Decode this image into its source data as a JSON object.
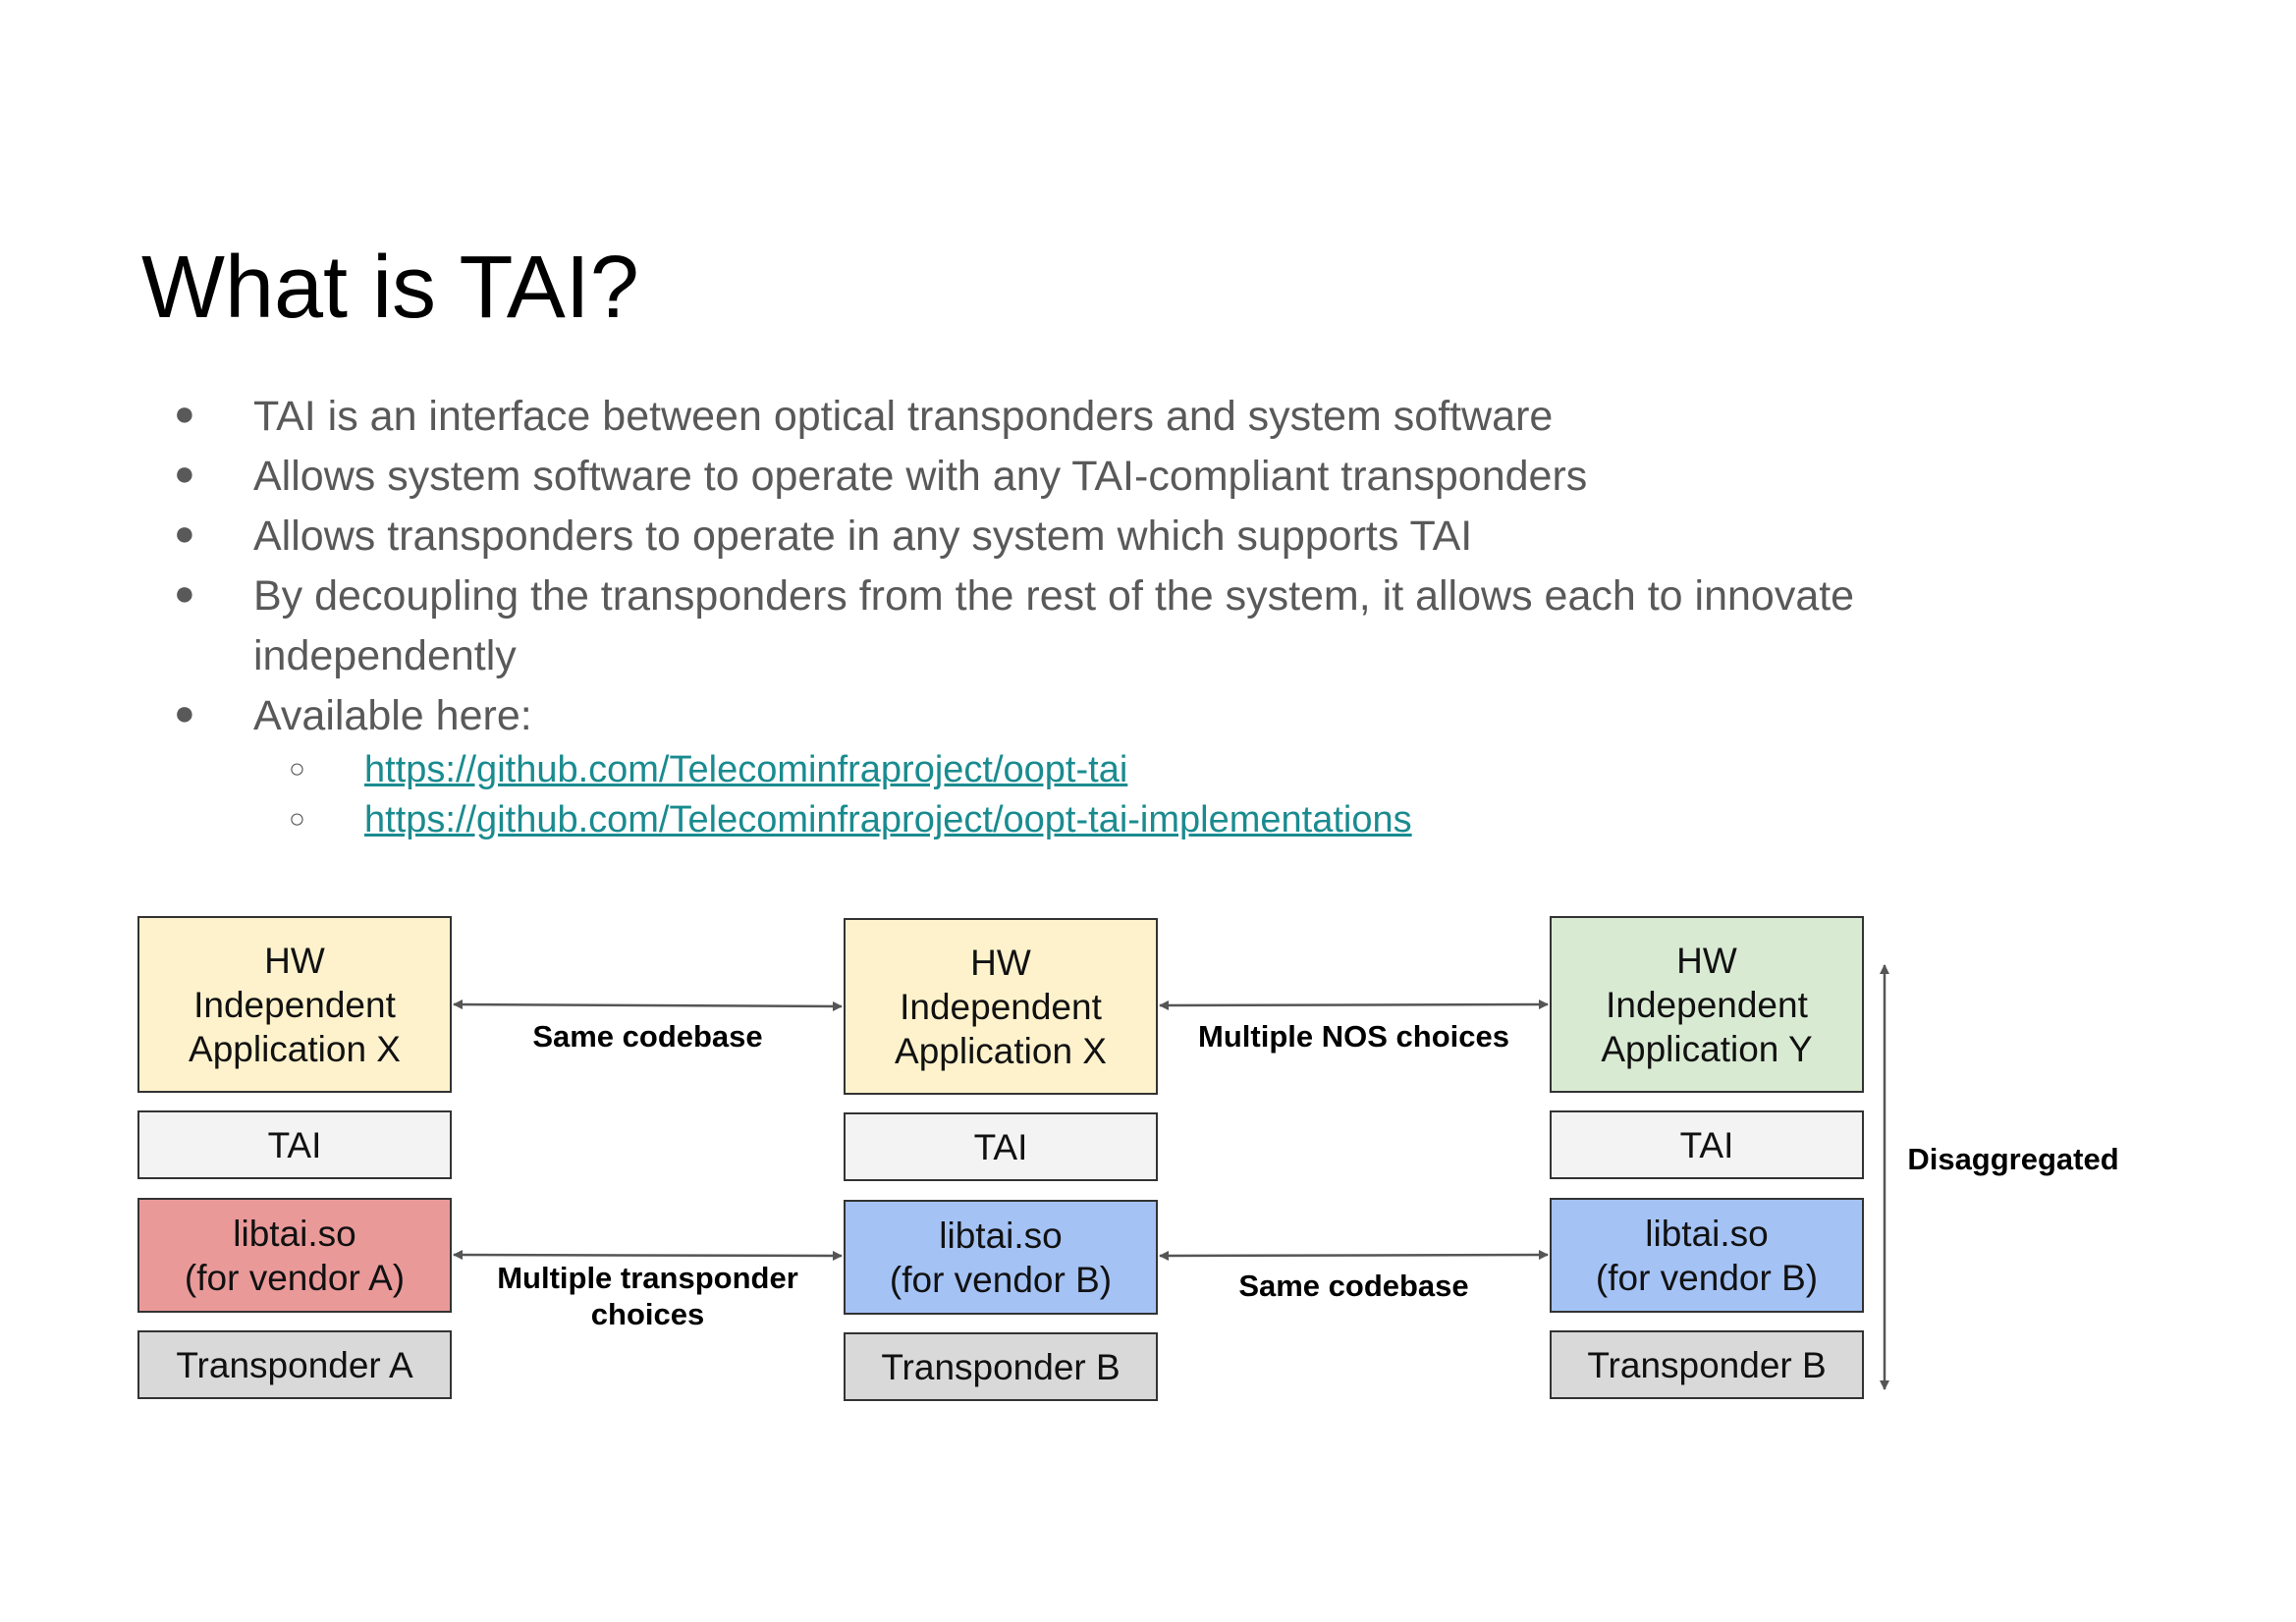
{
  "slide": {
    "title": "What is TAI?",
    "bullets": [
      "TAI is an interface between optical transponders and system software",
      "Allows system software to operate with any TAI-compliant transponders",
      "Allows transponders to operate in any system which supports TAI",
      "By decoupling the transponders from the rest of the system, it allows each to innovate",
      "independently",
      "Available here:"
    ],
    "links": [
      "https://github.com/Telecominfraproject/oopt-tai",
      "https://github.com/Telecominfraproject/oopt-tai-implementations"
    ]
  },
  "diagram": {
    "colors": {
      "app_yellow": "#fef2cc",
      "app_green": "#d9ead3",
      "tai_gray": "#f3f3f3",
      "lib_red": "#ea9999",
      "lib_blue": "#a4c2f4",
      "transponder_gray": "#d9d9d9"
    },
    "stacks": [
      {
        "app": "HW\nIndependent\nApplication X",
        "tai": "TAI",
        "lib": "libtai.so\n(for vendor A)",
        "transponder": "Transponder A"
      },
      {
        "app": "HW\nIndependent\nApplication X",
        "tai": "TAI",
        "lib": "libtai.so\n(for vendor B)",
        "transponder": "Transponder B"
      },
      {
        "app": "HW\nIndependent\nApplication Y",
        "tai": "TAI",
        "lib": "libtai.so\n(for vendor B)",
        "transponder": "Transponder B"
      }
    ],
    "labels": {
      "top_left": "Same codebase",
      "top_right": "Multiple NOS choices",
      "bottom_left": "Multiple transponder\nchoices",
      "bottom_right": "Same codebase",
      "vertical": "Disaggregated"
    }
  }
}
